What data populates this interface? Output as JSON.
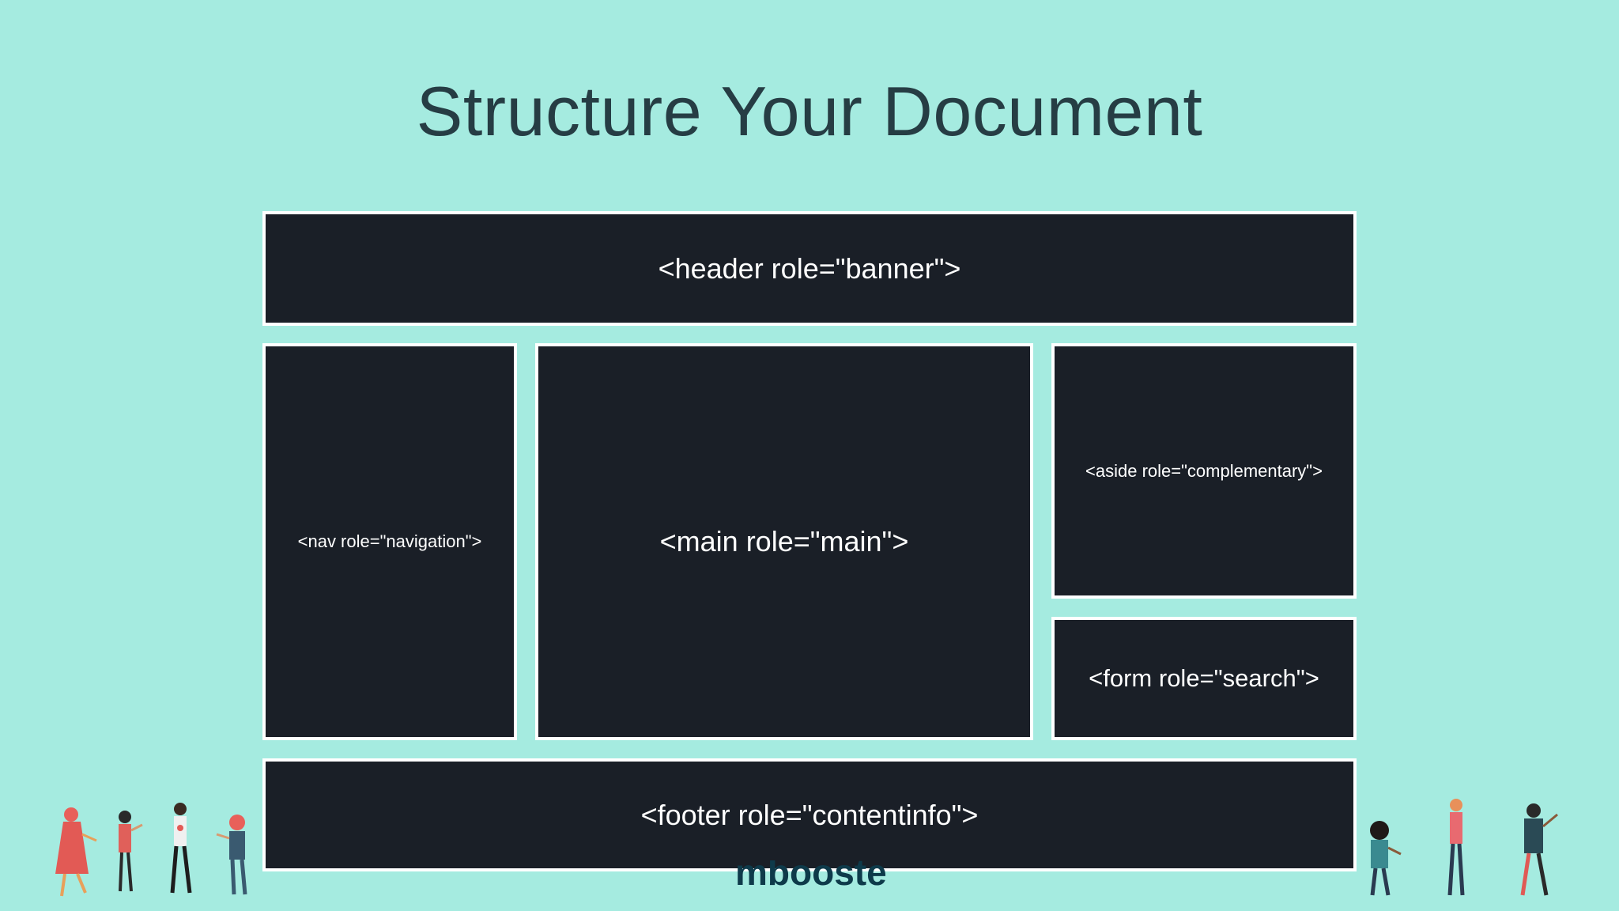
{
  "slide": {
    "title": "Structure Your Document"
  },
  "regions": {
    "header": "<header role=\"banner\">",
    "nav": "<nav role=\"navigation\">",
    "main": "<main role=\"main\">",
    "aside": "<aside role=\"complementary\">",
    "form": "<form role=\"search\">",
    "footer": "<footer role=\"contentinfo\">"
  },
  "brand": {
    "text": "mbooster"
  },
  "colors": {
    "background": "#a5ebe0",
    "box_fill": "#1a1f27",
    "box_border": "#ffffff",
    "title": "#263d44"
  },
  "decorations": {
    "left_group_icon": "people-illustration-icon",
    "right_group_icon": "people-illustration-icon"
  }
}
